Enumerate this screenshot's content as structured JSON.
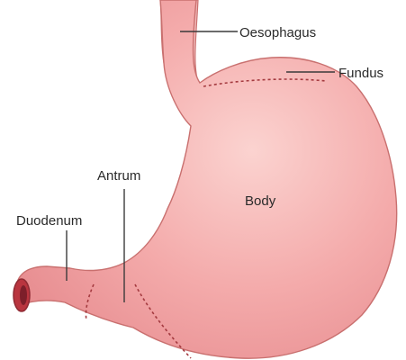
{
  "labels": {
    "oesophagus": "Oesophagus",
    "fundus": "Fundus",
    "body": "Body",
    "antrum": "Antrum",
    "duodenum": "Duodenum"
  },
  "colors": {
    "stomach_fill": "#f2a3a5",
    "stomach_highlight": "#f9c6c4",
    "stomach_outline": "#c9706f",
    "lumen": "#b9353f",
    "zone_line": "#a43a3f",
    "label_text": "#2a2a2a"
  }
}
